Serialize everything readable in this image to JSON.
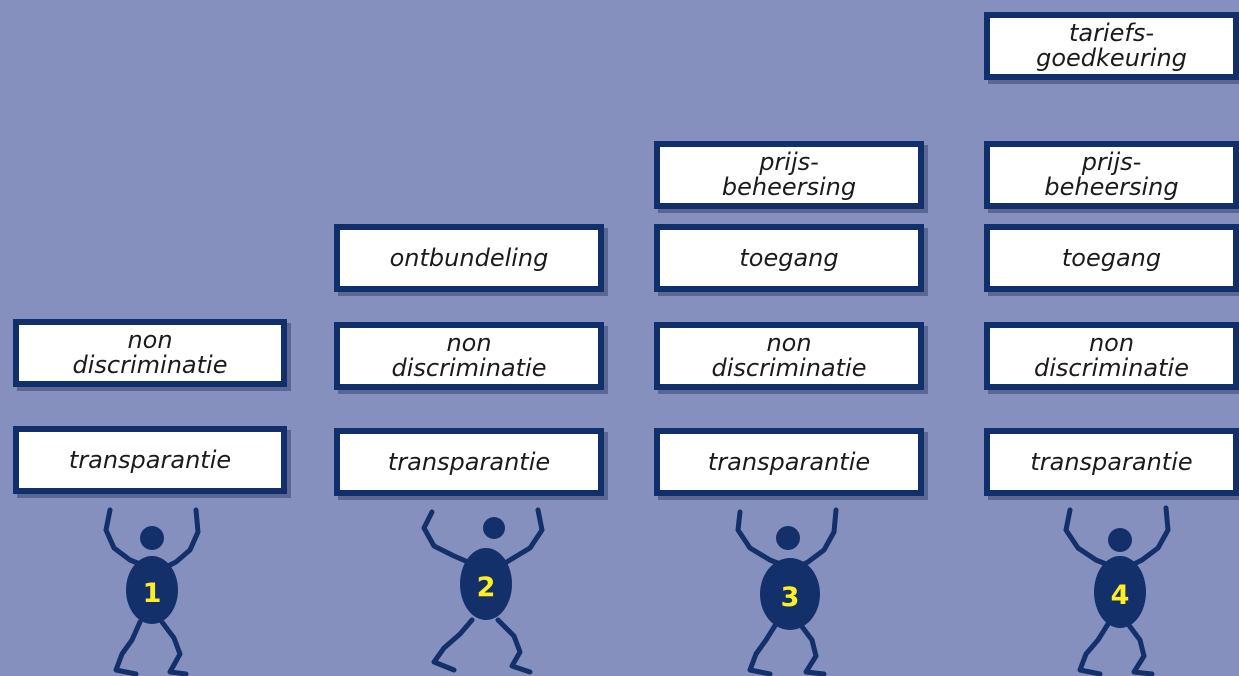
{
  "columns": [
    {
      "number": "1",
      "boxes": [
        "non\ndiscriminatie",
        "transparantie"
      ]
    },
    {
      "number": "2",
      "boxes": [
        "ontbundeling",
        "non\ndiscriminatie",
        "transparantie"
      ]
    },
    {
      "number": "3",
      "boxes": [
        "prijs-\nbeheersing",
        "toegang",
        "non\ndiscriminatie",
        "transparantie"
      ]
    },
    {
      "number": "4",
      "boxes": [
        "tariefs-\ngoedkeuring",
        "prijs-\nbeheersing",
        "toegang",
        "non\ndiscriminatie",
        "transparantie"
      ]
    }
  ],
  "colors": {
    "background": "#8590bf",
    "box_border": "#11306b",
    "figure": "#13306a",
    "number": "#ffee22"
  },
  "icons": [
    "figure-lifting-icon"
  ]
}
